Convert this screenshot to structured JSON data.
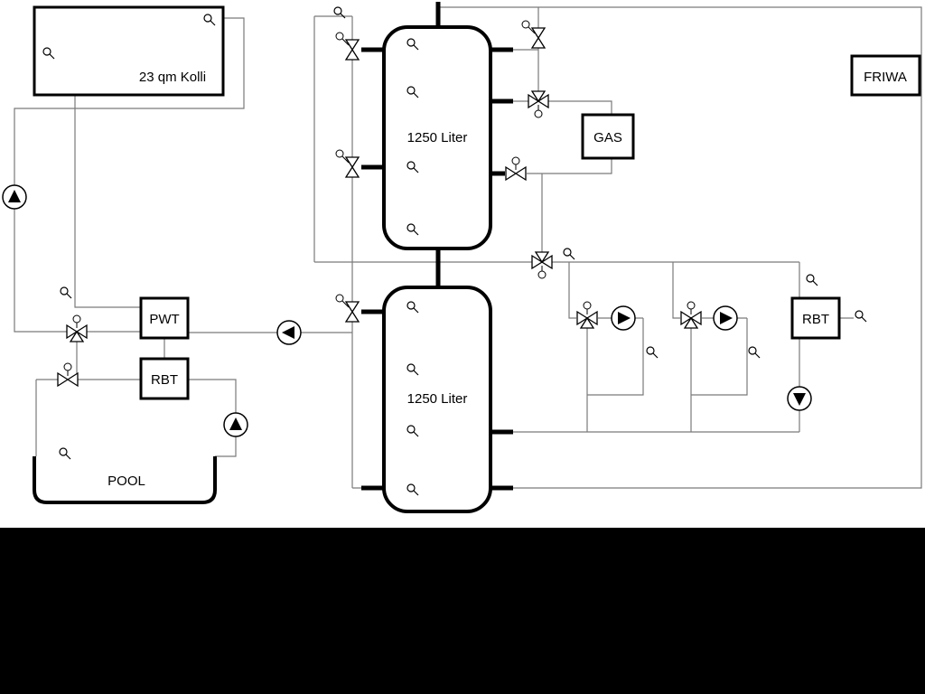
{
  "labels": {
    "collector": "23 qm Kolli",
    "tank_upper": "1250 Liter",
    "tank_lower": "1250 Liter",
    "gas": "GAS",
    "friwa": "FRIWA",
    "pwt": "PWT",
    "rbt_left": "RBT",
    "rbt_right": "RBT",
    "pool": "POOL"
  },
  "colors": {
    "background": "#ffffff",
    "pipe": "#7a7a7a",
    "component_stroke": "#000000",
    "footer_band": "#000000"
  },
  "legend": {
    "pump": "pump-icon",
    "valve": "valve-icon",
    "three_way_valve": "three-way-valve-icon",
    "temperature_sensor": "temperature-sensor-icon"
  }
}
